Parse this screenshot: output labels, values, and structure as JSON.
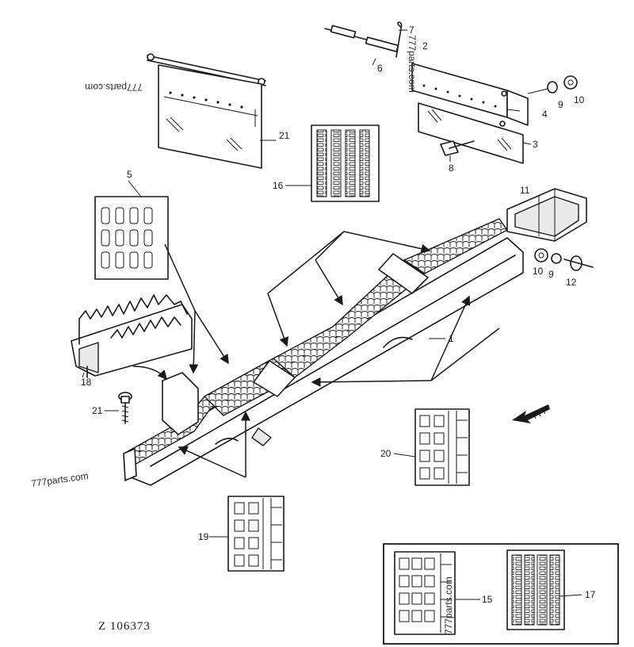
{
  "drawing": {
    "code": "Z 106373",
    "watermarks": [
      "777parts.com",
      "777parts.com",
      "777parts.com",
      "777parts.com"
    ]
  },
  "callouts": {
    "c1": "1",
    "c2": "2",
    "c3": "3",
    "c4": "4",
    "c5": "5",
    "c6": "6",
    "c7": "7",
    "c8": "8",
    "c9a": "9",
    "c9b": "9",
    "c10a": "10",
    "c10b": "10",
    "c11": "11",
    "c12": "12",
    "c15": "15",
    "c16": "16",
    "c17": "17",
    "c18": "18",
    "c19": "19",
    "c20": "20",
    "c21a": "21",
    "c21b": "21"
  }
}
